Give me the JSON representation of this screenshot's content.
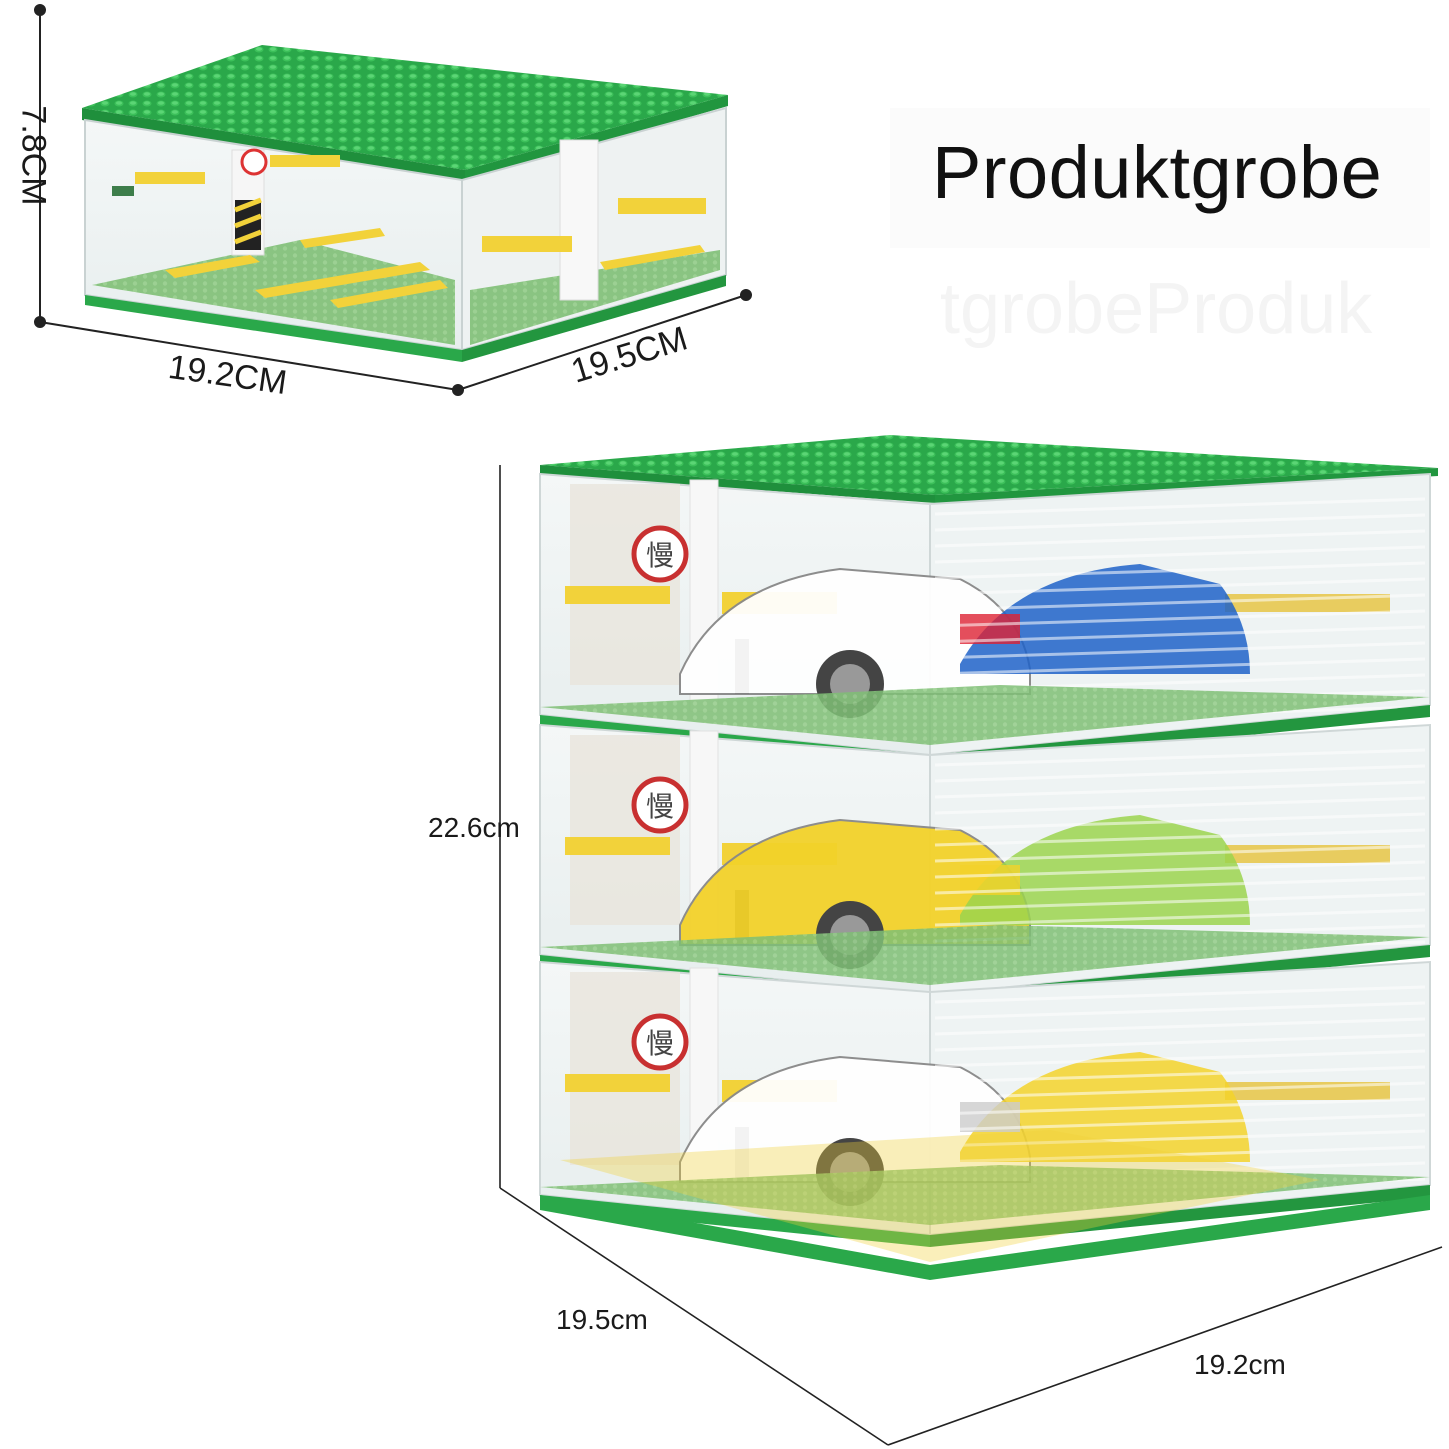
{
  "title": "Produktgrobe",
  "title_mirror": "tgrobeProduk",
  "single_unit": {
    "height": "7.8CM",
    "width": "19.2CM",
    "depth": "19.5CM"
  },
  "stacked_unit": {
    "height": "22.6cm",
    "depth": "19.5cm",
    "width": "19.2cm",
    "sign_glyph": "慢"
  },
  "colors": {
    "baseplate_green": "#2aa84a",
    "stud_green": "#34b552",
    "parking_yellow": "#f2d23a",
    "acrylic": "#eef3f3",
    "dimension_line": "#222222"
  }
}
